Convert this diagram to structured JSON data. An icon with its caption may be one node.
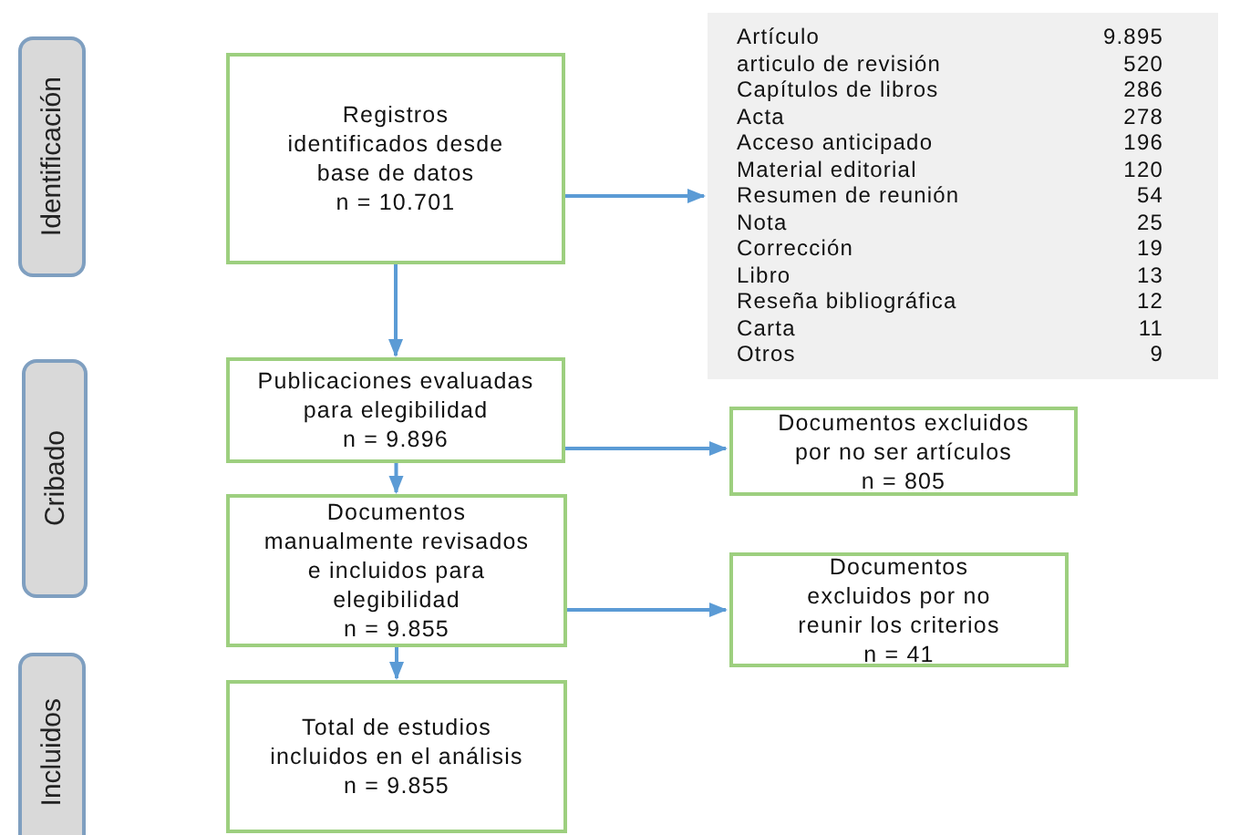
{
  "diagram": {
    "nodes": [
      {
        "text": [
          "Identificación"
        ]
      },
      {
        "text": [
          "Registros identificados desde base de datos",
          "n = 10.701"
        ]
      },
      {
        "text": [
          "Artículo",
          "9.895",
          "articulo de revisión",
          "520",
          "Capítulos de libros",
          "286",
          "Acta",
          "278",
          "Acceso anticipado",
          "196",
          "Material editorial",
          "120",
          "Resumen de reunión",
          "54",
          "Nota",
          "25",
          "Corrección",
          "19",
          "Libro",
          "13",
          "Reseña bibliográfica",
          "12",
          "Carta",
          "11",
          "Otros",
          "9"
        ]
      },
      {
        "text": [
          "Cribado"
        ]
      },
      {
        "text": [
          "Publicaciones evaluadas para elegibilidad",
          "n = 9.896"
        ]
      },
      {
        "text": [
          "Documentos excluidos por no ser artículos",
          "n = 805"
        ]
      },
      {
        "text": [
          "Documentos manualmente revisados e incluidos para elegibilidad",
          "n = 9.855"
        ]
      },
      {
        "text": [
          "Documentos excluidos por no reunir los criterios",
          "n = 41"
        ]
      },
      {
        "text": [
          "Incluidos"
        ]
      },
      {
        "text": [
          "Total de estudios incluidos en el análisis",
          "n = 9.855"
        ]
      }
    ],
    "edges": [
      {
        "from": 1,
        "to": 2,
        "arrow": "to"
      },
      {
        "from": 1,
        "to": 4,
        "arrow": "to"
      },
      {
        "from": 4,
        "to": 5,
        "arrow": "to"
      },
      {
        "from": 4,
        "to": 6,
        "arrow": "to"
      },
      {
        "from": 6,
        "to": 7,
        "arrow": "to"
      },
      {
        "from": 6,
        "to": 9,
        "arrow": "to"
      }
    ]
  }
}
